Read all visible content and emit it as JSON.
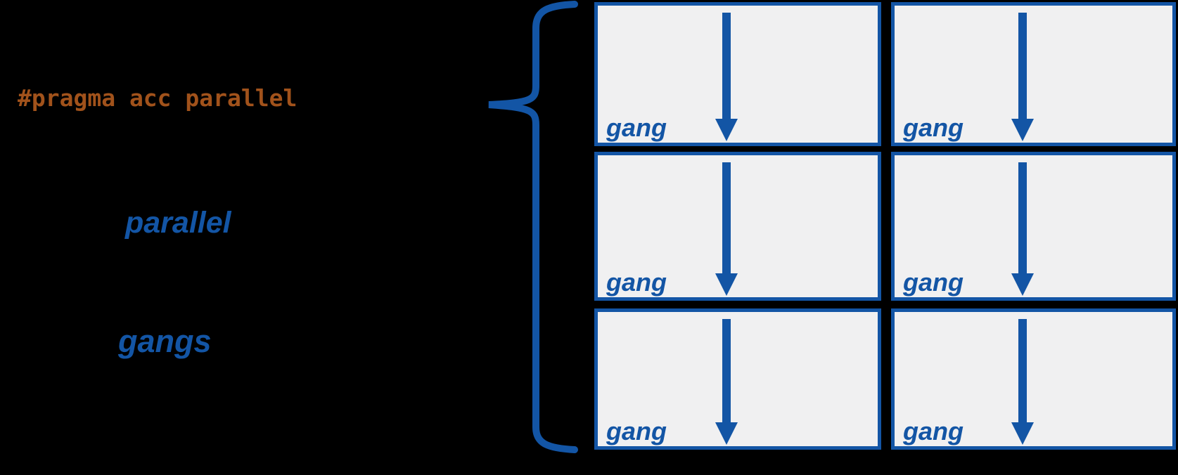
{
  "colors": {
    "background": "#000000",
    "blue": "#1355a5",
    "box_fill": "#f0f0f1",
    "pragma_orange": "#a1521b"
  },
  "labels": {
    "pragma": "#pragma acc parallel",
    "parallel": "parallel",
    "gangs": "gangs"
  },
  "grid": {
    "rows": 3,
    "cols": 2,
    "boxes": [
      {
        "label": "gang"
      },
      {
        "label": "gang"
      },
      {
        "label": "gang"
      },
      {
        "label": "gang"
      },
      {
        "label": "gang"
      },
      {
        "label": "gang"
      }
    ]
  }
}
